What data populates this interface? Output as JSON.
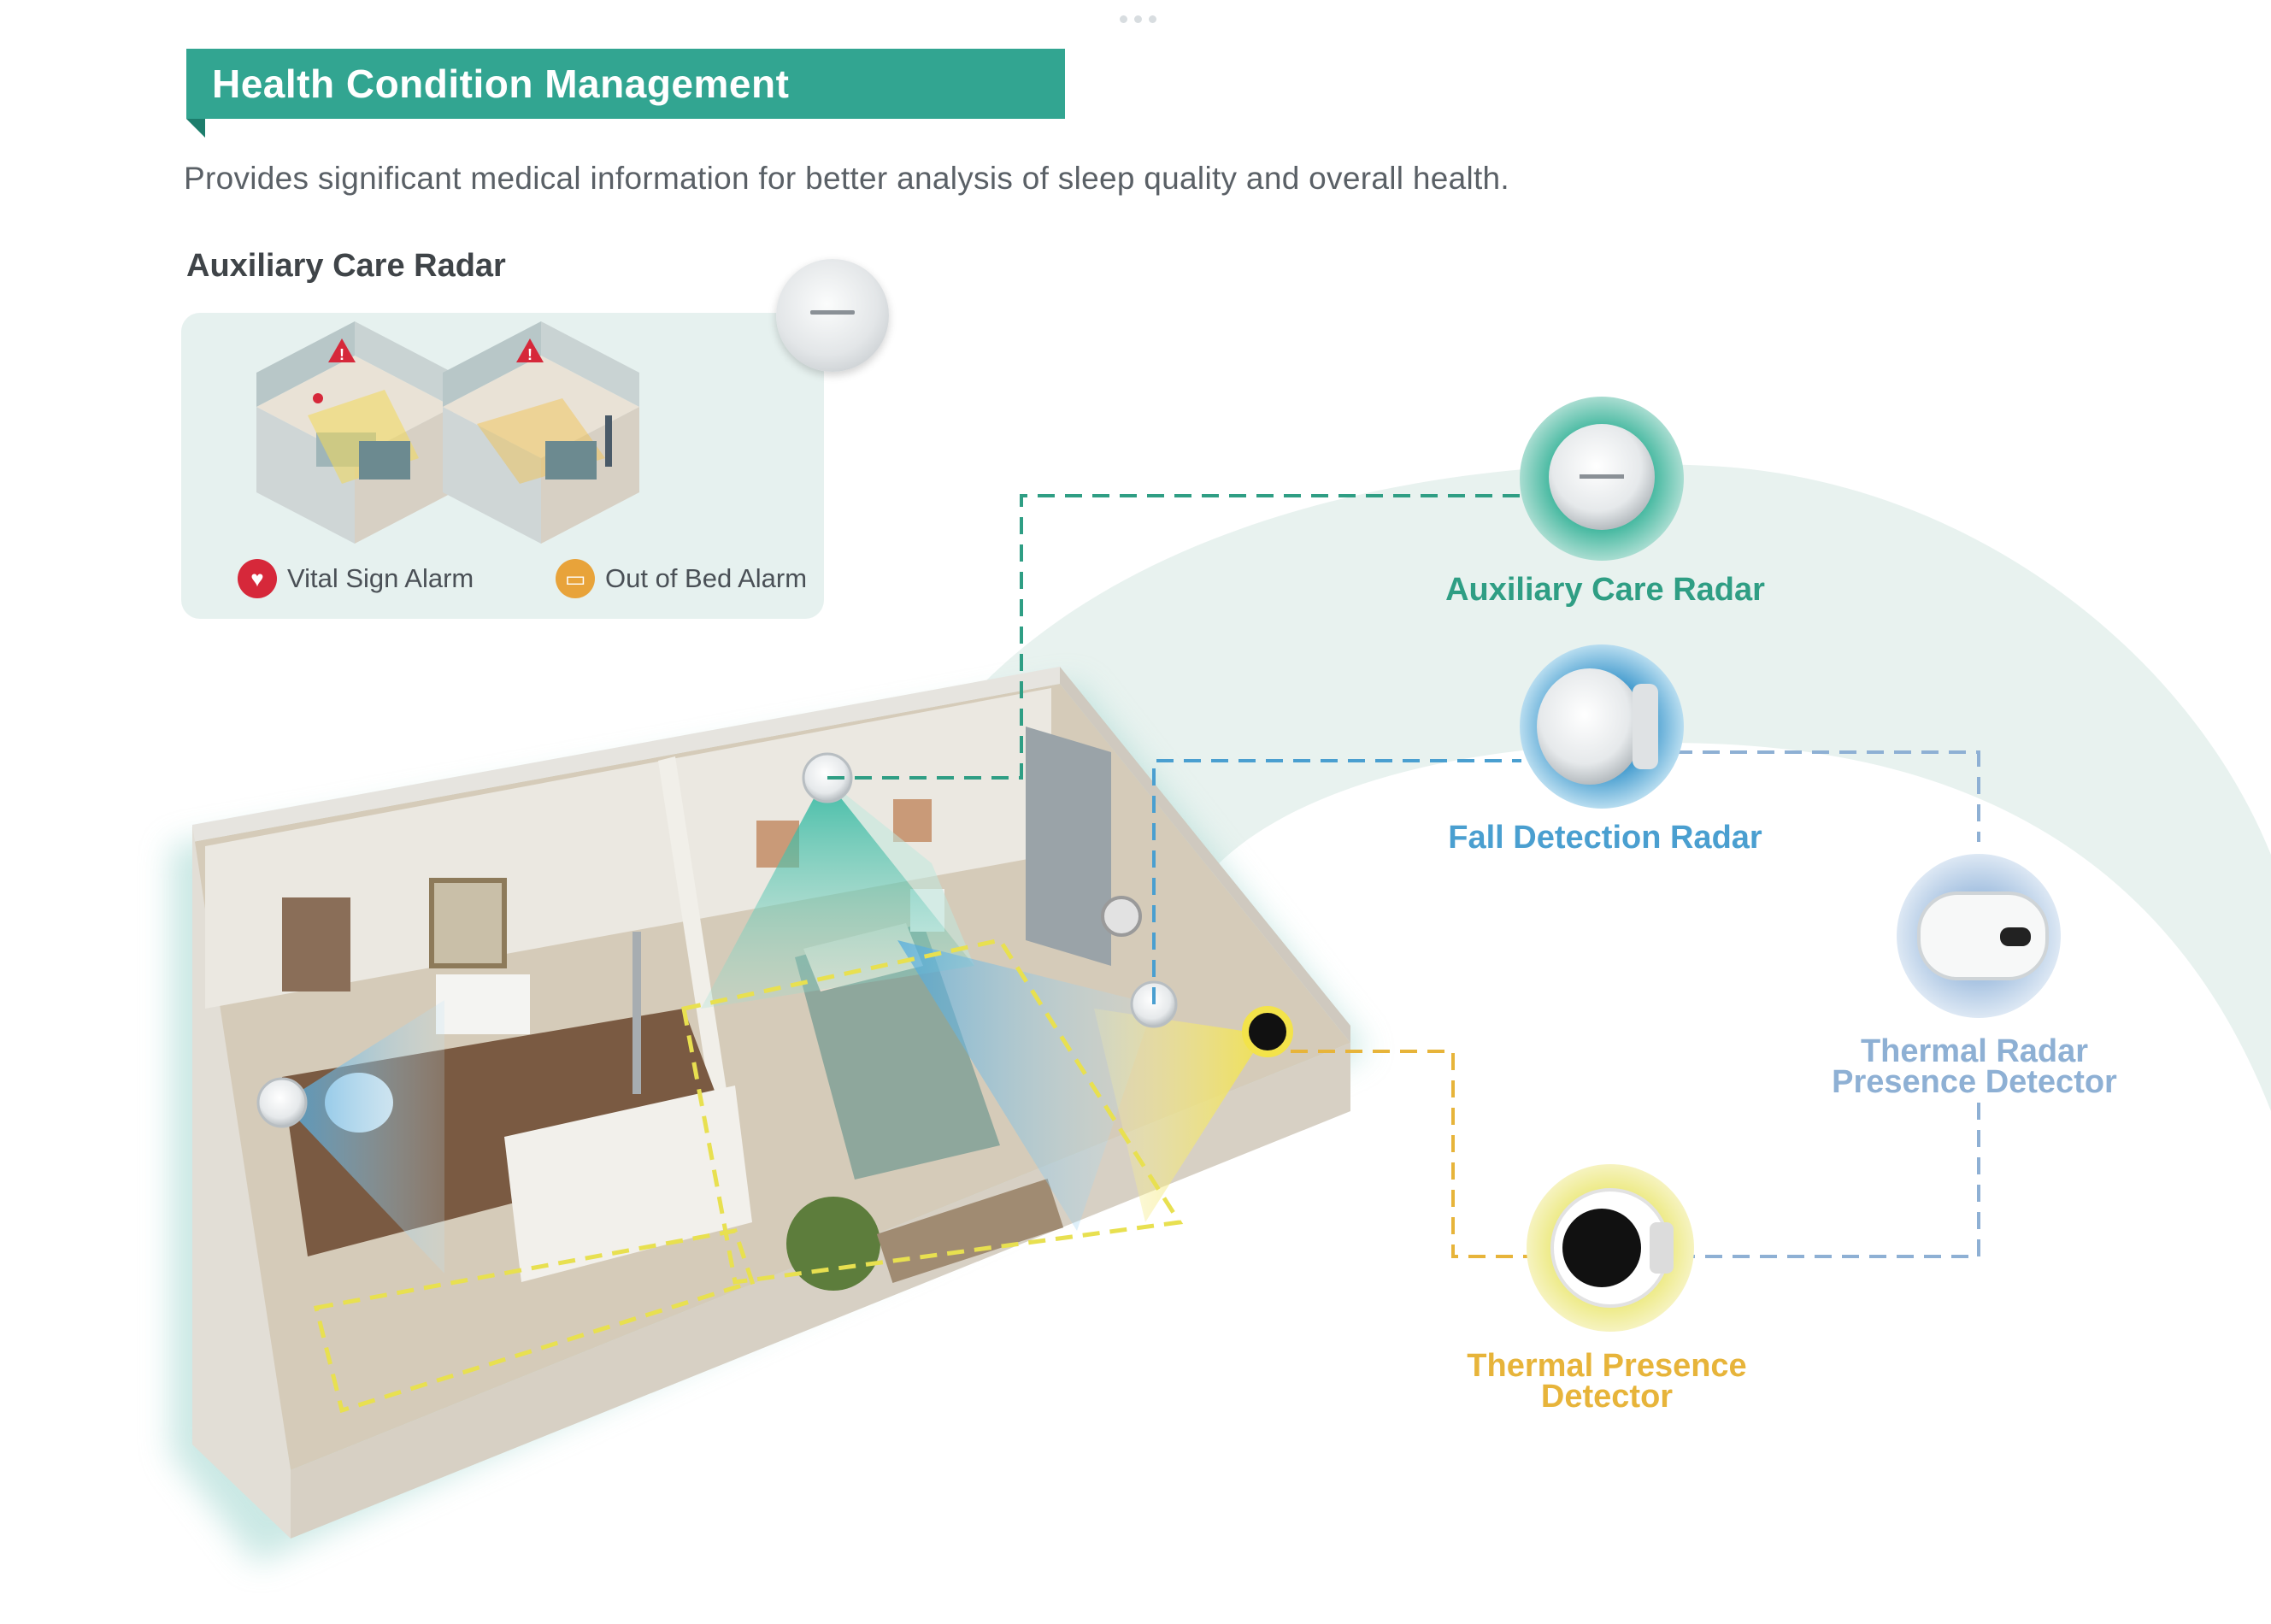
{
  "header": {
    "title": "Health Condition Management",
    "subtitle": "Provides significant medical information for better analysis of sleep quality and overall health."
  },
  "auxiliary_panel": {
    "heading": "Auxiliary Care Radar",
    "alarms": [
      {
        "label": "Vital Sign Alarm",
        "icon": "heart-pulse-icon",
        "color": "#d6283a"
      },
      {
        "label": "Out of Bed Alarm",
        "icon": "bed-icon",
        "color": "#e8a33a"
      }
    ]
  },
  "devices": [
    {
      "label": "Auxiliary Care Radar",
      "color": "#2f9e84"
    },
    {
      "label": "Fall Detection Radar",
      "color": "#4a9fd0"
    },
    {
      "label": "Thermal Radar Presence Detector",
      "line1": "Thermal Radar",
      "line2": "Presence Detector",
      "color": "#8eb0d4"
    },
    {
      "label": "Thermal Presence Detector",
      "line1": "Thermal Presence",
      "line2": "Detector",
      "color": "#e7b43a"
    }
  ],
  "colors": {
    "brand_teal": "#32a591",
    "fall_blue": "#4a9fd0",
    "thermal_yellow": "#e7b43a",
    "radar_light_blue": "#8eb0d4"
  }
}
